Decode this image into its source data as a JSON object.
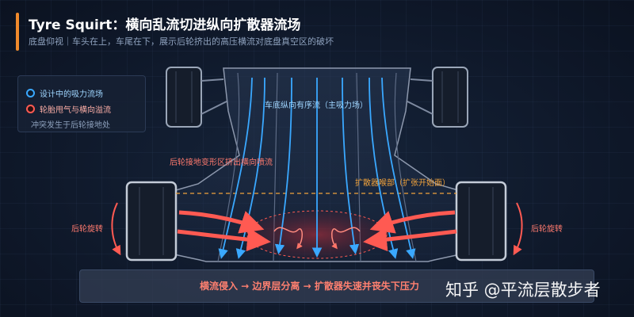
{
  "header": {
    "title": "Tyre Squirt：横向乱流切进纵向扩散器流场",
    "subtitle": "底盘仰视｜车头在上，车尾在下，展示后轮挤出的高压横流对底盘真空区的破坏"
  },
  "legend": {
    "item1": "设计中的吸力流场",
    "item2": "轮胎甩气与横向溢流",
    "note": "冲突发生于后轮接地处"
  },
  "labels": {
    "main_flow": "车底纵向有序流（主吸力场）",
    "squeeze": "后轮接地变形区挤出横向喷流",
    "throat": "扩散器喉部（扩张开始面）",
    "rotation_left": "后轮旋转",
    "rotation_right": "后轮旋转"
  },
  "bottom": {
    "chain": "横流侵入 → 边界层分离 → 扩散器失速并丧失下压力"
  },
  "watermark": "知乎 @平流层散步者",
  "colors": {
    "accent": "#f08a2c",
    "blue_flow": "#3aa8ff",
    "red_flow": "#ff5a52",
    "throat_line": "#f0a23c",
    "background": "#101a2b"
  }
}
